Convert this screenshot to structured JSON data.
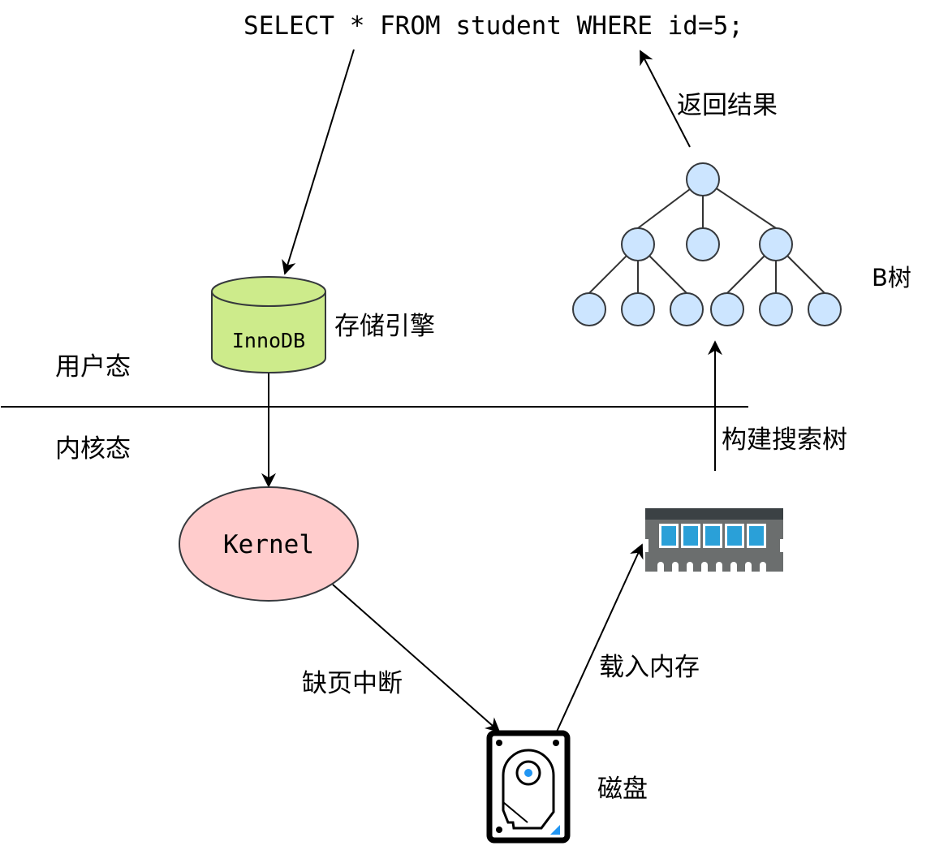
{
  "query": "SELECT * FROM student WHERE id=5;",
  "labels": {
    "user_mode": "用户态",
    "kernel_mode": "内核态",
    "storage_engine": "存储引擎",
    "return_result": "返回结果",
    "btree": "B树",
    "build_search_tree": "构建搜索树",
    "page_fault": "缺页中断",
    "load_memory": "载入内存",
    "disk": "磁盘"
  },
  "nodes": {
    "innodb": {
      "label": "InnoDB",
      "shape": "cylinder",
      "fill": "#cdeb8b"
    },
    "kernel": {
      "label": "Kernel",
      "shape": "ellipse",
      "fill": "#ffcccc"
    },
    "memory": {
      "icon": "ram-icon",
      "body_color": "#6b6e6e",
      "top_color": "#3b4144",
      "chip_color": "#2aa0d8"
    },
    "disk": {
      "icon": "hard-drive-icon",
      "accent": "#2196f3"
    },
    "btree": {
      "fill": "#cce5ff",
      "levels": [
        1,
        3,
        6
      ]
    }
  }
}
